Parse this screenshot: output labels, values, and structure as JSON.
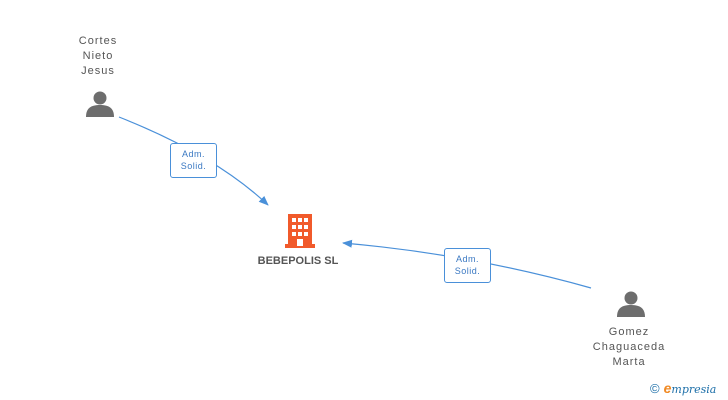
{
  "people": [
    {
      "id": "cortes",
      "name_lines": [
        "Cortes",
        "Nieto",
        "Jesus"
      ]
    },
    {
      "id": "gomez",
      "name_lines": [
        "Gomez",
        "Chaguaceda",
        "Marta"
      ]
    }
  ],
  "company": {
    "name": "BEBEPOLIS SL"
  },
  "relations": [
    {
      "from": "cortes",
      "to": "company",
      "label_lines": [
        "Adm.",
        "Solid."
      ]
    },
    {
      "from": "gomez",
      "to": "company",
      "label_lines": [
        "Adm.",
        "Solid."
      ]
    }
  ],
  "colors": {
    "edge": "#4a90d9",
    "person_icon": "#6d6d6d",
    "company_icon": "#f15a2b"
  },
  "brand": {
    "copyright": "©",
    "initial": "e",
    "rest": "mpresia"
  }
}
